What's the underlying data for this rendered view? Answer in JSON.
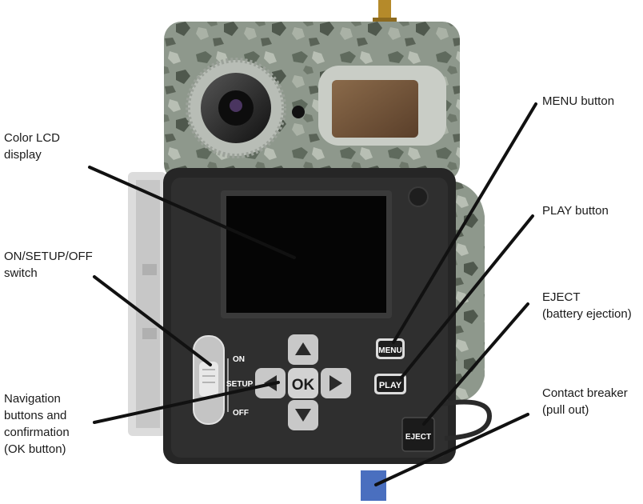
{
  "callouts": {
    "lcd": "Color LCD\ndisplay",
    "switch": "ON/SETUP/OFF\nswitch",
    "navigation": "Navigation\nbuttons and\nconfirmation\n(OK button)",
    "menu": "MENU button",
    "play": "PLAY button",
    "eject": "EJECT\n(battery ejection)",
    "contact": "Contact breaker\n(pull out)"
  },
  "device": {
    "switch_labels": {
      "on": "ON",
      "setup": "SETUP",
      "off": "OFF"
    },
    "ok_label": "OK",
    "menu_label": "MENU",
    "play_label": "PLAY",
    "eject_label": "EJECT"
  },
  "colors": {
    "contact_tab": "#4a6fbf",
    "camo_base": "#8e988c",
    "body_dark": "#262626"
  }
}
